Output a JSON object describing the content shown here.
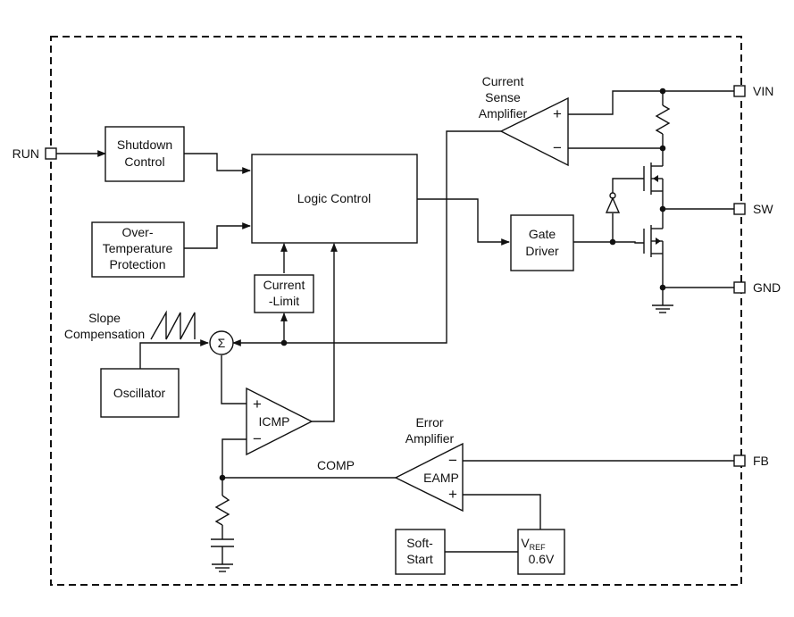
{
  "pins": {
    "run": "RUN",
    "vin": "VIN",
    "sw": "SW",
    "gnd": "GND",
    "fb": "FB"
  },
  "blocks": {
    "shutdown_line1": "Shutdown",
    "shutdown_line2": "Control",
    "overtemp_line1": "Over-",
    "overtemp_line2": "Temperature",
    "overtemp_line3": "Protection",
    "logic": "Logic Control",
    "current_limit_line1": "Current",
    "current_limit_line2": "-Limit",
    "gate_driver_line1": "Gate",
    "gate_driver_line2": "Driver",
    "oscillator": "Oscillator",
    "soft_start_line1": "Soft-",
    "soft_start_line2": "Start",
    "vref_main": "V",
    "vref_sub": "REF",
    "vref_value": "0.6V"
  },
  "amplifiers": {
    "current_sense_line1": "Current",
    "current_sense_line2": "Sense",
    "current_sense_line3": "Amplifier",
    "icmp": "ICMP",
    "error_line1": "Error",
    "error_line2": "Amplifier",
    "eamp": "EAMP",
    "plus": "+",
    "minus": "−"
  },
  "labels": {
    "slope_line1": "Slope",
    "slope_line2": "Compensation",
    "summer": "Σ",
    "comp": "COMP"
  }
}
